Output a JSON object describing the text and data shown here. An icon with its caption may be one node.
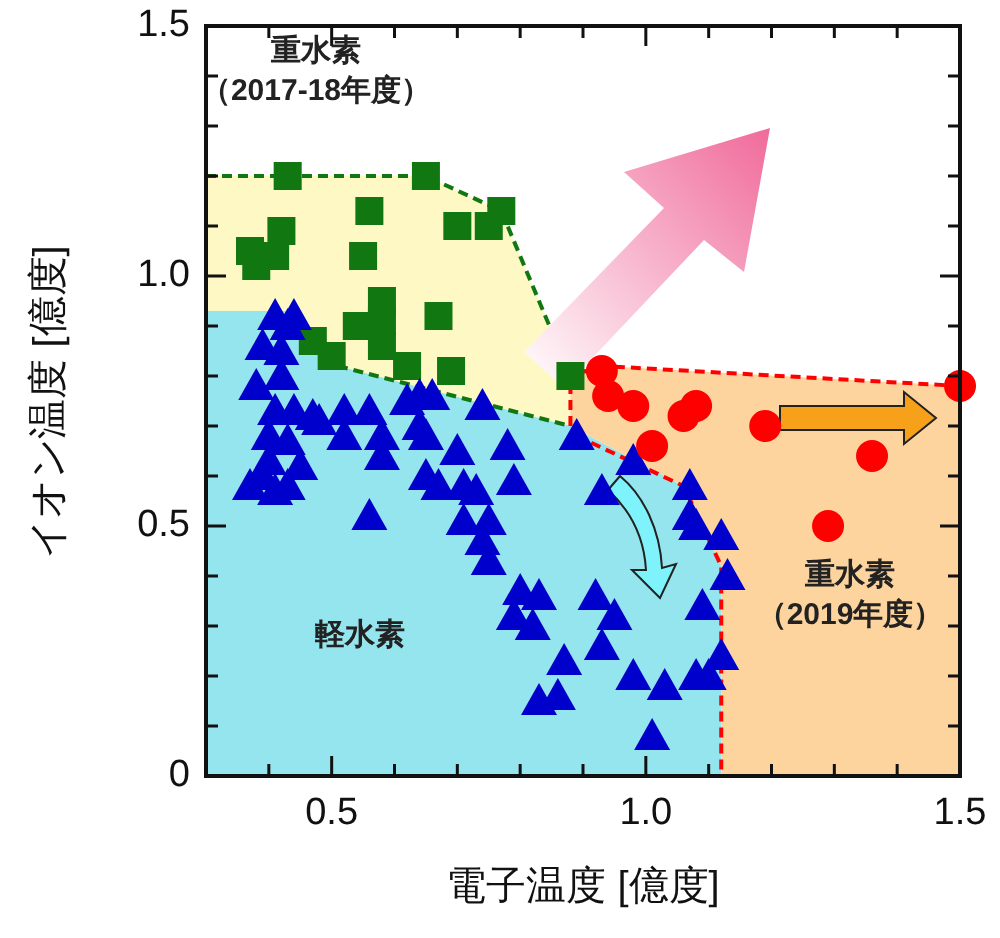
{
  "diagram": {
    "labels": [
      "重水素",
      "（2017-18年度）",
      "軽水素",
      "重水素",
      "（2019年度）"
    ],
    "chart_data": {
      "type": "scatter",
      "xlabel": "電子温度 [億度]",
      "ylabel": "イオン温度 [億度]",
      "xlim": [
        0.3,
        1.5
      ],
      "ylim": [
        0,
        1.5
      ],
      "xticks": [
        {
          "value": 0.5,
          "label": "0.5"
        },
        {
          "value": 1,
          "label": "1.0"
        },
        {
          "value": 1.5,
          "label": "1.5"
        }
      ],
      "yticks": [
        {
          "value": 0,
          "label": "0"
        },
        {
          "value": 0.5,
          "label": "0.5"
        },
        {
          "value": 1,
          "label": "1.0"
        },
        {
          "value": 1.5,
          "label": "1.5"
        }
      ],
      "series": [
        {
          "color": "#117711",
          "x": [
            0.43,
            0.65,
            0.56,
            0.7,
            0.75,
            0.77,
            0.42,
            0.37,
            0.41,
            0.38,
            0.55,
            0.58,
            0.54,
            0.58,
            0.58,
            0.67,
            0.47,
            0.5,
            0.62,
            0.69,
            0.88
          ],
          "values": [
            1.2,
            1.2,
            1.13,
            1.1,
            1.1,
            1.13,
            1.09,
            1.05,
            1.04,
            1.02,
            1.04,
            0.95,
            0.9,
            0.91,
            0.86,
            0.92,
            0.87,
            0.84,
            0.82,
            0.81,
            0.8
          ]
        },
        {
          "color": "#0000cc",
          "x": [
            0.41,
            0.44,
            0.39,
            0.43,
            0.42,
            0.42,
            0.38,
            0.41,
            0.44,
            0.47,
            0.52,
            0.56,
            0.62,
            0.64,
            0.66,
            0.74,
            0.64,
            0.4,
            0.43,
            0.58,
            0.78,
            0.89,
            0.48,
            0.52,
            0.58,
            0.65,
            0.7,
            0.39,
            0.37,
            0.43,
            0.41,
            0.45,
            0.4,
            0.65,
            0.67,
            0.71,
            0.73,
            0.79,
            0.56,
            0.71,
            0.75,
            0.74,
            0.75,
            0.8,
            0.83,
            0.79,
            0.82,
            0.87,
            0.83,
            0.86,
            0.98,
            0.93,
            1.07,
            1.07,
            1.08,
            1.12,
            1.13,
            1.09,
            0.92,
            0.95,
            0.93,
            1.12,
            1.08,
            1.1,
            0.98,
            1.03,
            1.01
          ],
          "values": [
            0.92,
            0.92,
            0.86,
            0.9,
            0.85,
            0.8,
            0.78,
            0.73,
            0.73,
            0.72,
            0.73,
            0.73,
            0.75,
            0.76,
            0.76,
            0.74,
            0.7,
            0.68,
            0.67,
            0.68,
            0.66,
            0.68,
            0.71,
            0.68,
            0.64,
            0.68,
            0.65,
            0.6,
            0.58,
            0.58,
            0.57,
            0.62,
            0.63,
            0.6,
            0.58,
            0.58,
            0.57,
            0.59,
            0.52,
            0.51,
            0.51,
            0.47,
            0.43,
            0.37,
            0.36,
            0.32,
            0.3,
            0.23,
            0.15,
            0.16,
            0.63,
            0.57,
            0.58,
            0.52,
            0.5,
            0.48,
            0.4,
            0.34,
            0.36,
            0.32,
            0.26,
            0.24,
            0.2,
            0.2,
            0.2,
            0.18,
            0.08
          ]
        },
        {
          "color": "#ff0000",
          "x": [
            0.93,
            0.94,
            0.98,
            1.06,
            1.08,
            1.01,
            1.19,
            1.36,
            1.29,
            1.5
          ],
          "values": [
            0.81,
            0.76,
            0.74,
            0.72,
            0.74,
            0.66,
            0.7,
            0.64,
            0.5,
            0.78
          ]
        }
      ]
    }
  }
}
